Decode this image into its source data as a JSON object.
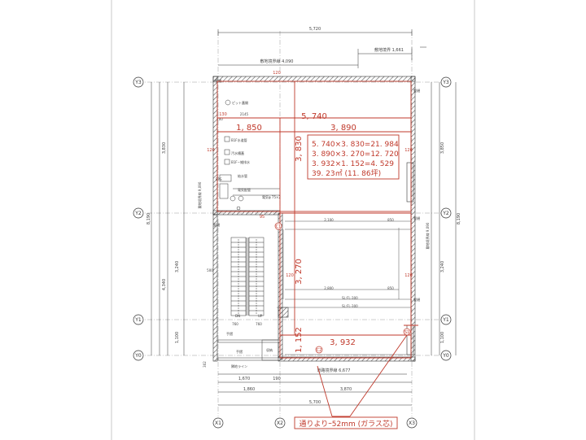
{
  "dimensions": {
    "top_total": "5,720",
    "top_boundary_a": "敷地境界線 4,090",
    "top_boundary_b": "敷地境界 1,661",
    "bottom_total": "5,700",
    "bottom_left": "1,860",
    "bottom_right": "3,870",
    "bottom_sub_a": "1,670",
    "bottom_sub_b": "190",
    "road_boundary": "道路境界線 6,677",
    "left_upper": "3,830",
    "left_lower": "3,240",
    "left_bottom": "1,100",
    "left_total": "4,340",
    "left_overall": "8,190",
    "right_upper": "3,850",
    "right_lower": "3,240",
    "right_bottom": "1,100",
    "right_overall": "8,190",
    "left_site_boundary": "敷地境界線 9,090",
    "right_site_boundary": "敷地境界線 9,090",
    "inner_2100": "2,100",
    "inner_850a": "850",
    "inner_2800": "2,800",
    "inner_850b": "850",
    "inner_500": "500",
    "inner_760a": "760",
    "inner_760b": "760",
    "inner_120a": "120",
    "inner_120b": "120",
    "inner_120c": "120",
    "inner_120d": "120",
    "inner_120e": "120",
    "inner_95": "95",
    "inner_130": "130",
    "inner_100": "100",
    "inner_2145": "2145",
    "inner_302": "302"
  },
  "red_dims": {
    "top_width": "5, 740",
    "left_seg": "1, 850",
    "right_seg": "3, 890",
    "vertical_upper": "3, 830",
    "vertical_lower": "3, 270",
    "vertical_bottom": "1, 152",
    "bottom_width": "3, 932",
    "marker_c1": "C1",
    "marker_c2": "C2",
    "marker_s1": "S1"
  },
  "area_box": {
    "line1": "5. 740×3. 830=21. 984",
    "line2": "3. 890×3. 270=12. 720",
    "line3": "3. 932×1. 152=4. 529",
    "line4": "39. 23㎡ (11. 86坪)"
  },
  "labels": {
    "pit": "ピット蓋開",
    "sewer": "給水管",
    "drain": "電気配管",
    "electric": "電気φ 75×2",
    "meter_a": "B1F水道管",
    "meter_b": "汚水槽蓋",
    "meter_c": "B1F−雑排水",
    "panel": "EPS",
    "gutter_tl": "竪樋",
    "gutter_tr": "竪樋",
    "gutter_ml": "竪樋",
    "gutter_mr": "竪樋",
    "gutter_br": "竪樋",
    "stair_dn": "DN",
    "stair_up": "UP",
    "sl": "SL:FL-300",
    "sl2": "SL:FL-300",
    "rest_a": "手摺",
    "rest_b": "手摺",
    "closet": "収納",
    "boundary_line": "隣地ライン",
    "callout": "通りよりｰ52mm (ガラス芯)"
  },
  "grid": {
    "x1": "X1",
    "x2": "X2",
    "x3": "X3",
    "y0": "Y0",
    "y1": "Y1",
    "y2": "Y2",
    "y3": "Y3"
  },
  "colors": {
    "line": "#333333",
    "red": "#c0392b",
    "hatch": "#555555"
  }
}
